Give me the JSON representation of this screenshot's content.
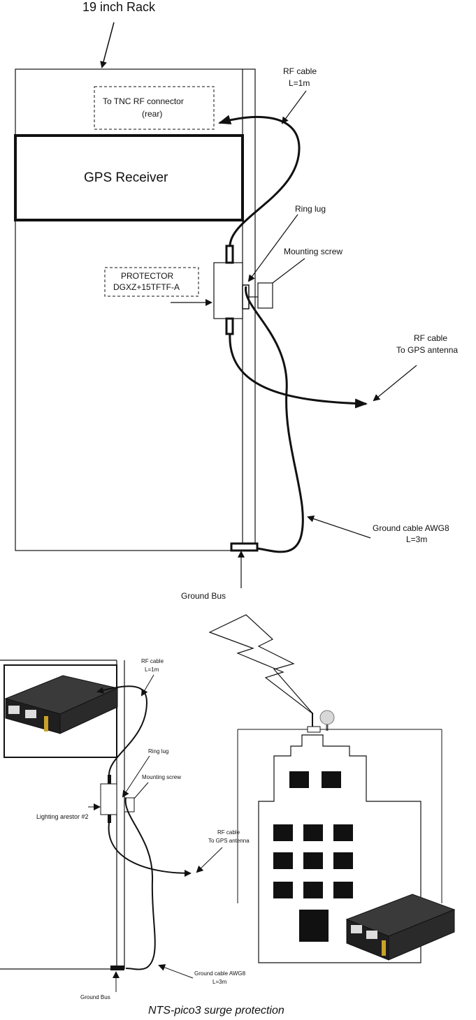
{
  "top_diagram": {
    "rack_label": "19 inch Rack",
    "tnc_connector_label_line1": "To TNC   RF connector",
    "tnc_connector_label_line2": "(rear)",
    "gps_receiver_label": "GPS Receiver",
    "rf_cable_label_line1": "RF cable",
    "rf_cable_label_line2": "L=1m",
    "ring_lug_label": "Ring lug",
    "mounting_screw_label": "Mounting screw",
    "protector_label_line1": "PROTECTOR",
    "protector_label_line2": "DGXZ+15TFTF-A",
    "rf_antenna_label_line1": "RF cable",
    "rf_antenna_label_line2": "To GPS antenna",
    "ground_cable_label_line1": "Ground cable  AWG8",
    "ground_cable_label_line2": "L=3m",
    "ground_bus_label": "Ground Bus"
  },
  "bottom_diagram": {
    "rf_cable_label_line1": "RF cable",
    "rf_cable_label_line2": "L=1m",
    "ring_lug_label": "Ring lug",
    "mounting_screw_label": "Mounting screw",
    "arrestor_label": "Lighting arestor #2",
    "rf_antenna_label_line1": "RF cable",
    "rf_antenna_label_line2": "To GPS antenna",
    "ground_cable_label_line1": "Ground cable  AWG8",
    "ground_cable_label_line2": "L=3m",
    "ground_bus_label": "Ground Bus"
  },
  "caption": "NTS-pico3 surge protection",
  "colors": {
    "line": "#111111",
    "device_body": "#2b2b2b",
    "antenna": "#d8d8d8"
  }
}
